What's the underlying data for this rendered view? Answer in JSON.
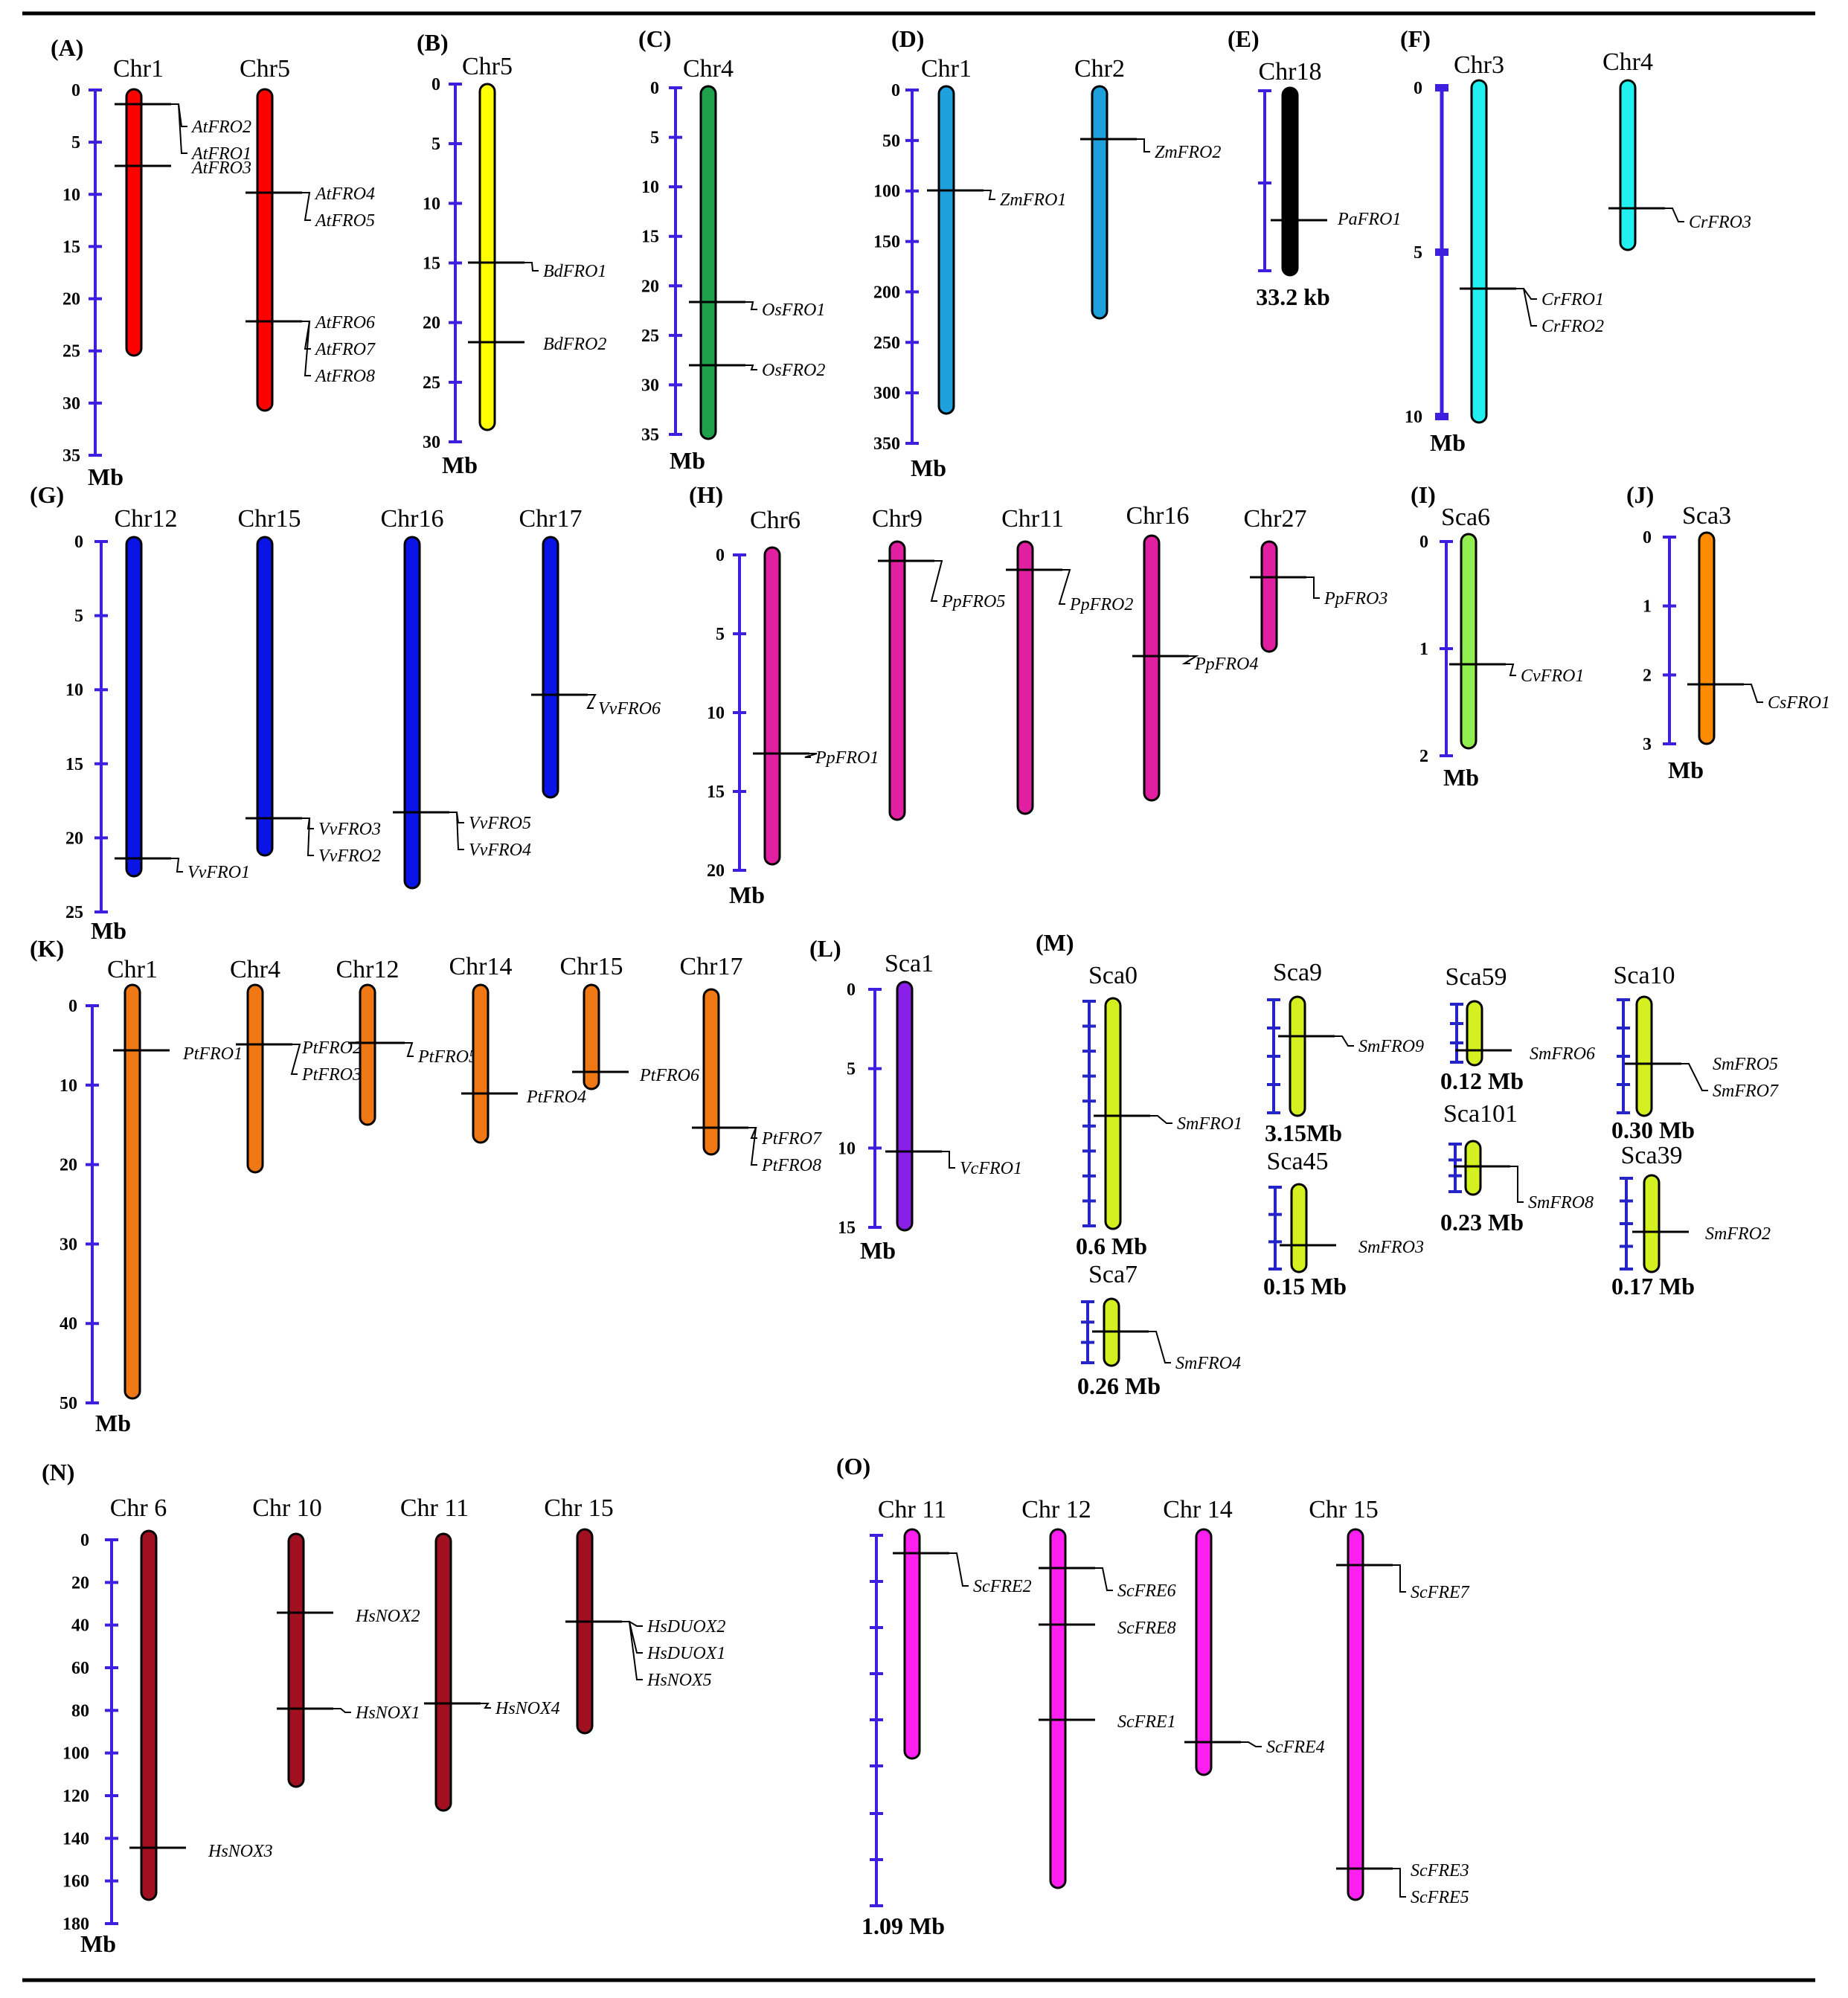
{
  "colors": {
    "axis": "#3d1fe0",
    "axis_blue": "#2424c8",
    "line": "#000000"
  },
  "panels": [
    {
      "label": "(A)",
      "unit": "Mb",
      "axis": {
        "ticks": [
          "0",
          "5",
          "10",
          "15",
          "20",
          "25",
          "30",
          "35"
        ]
      },
      "chromosomes": [
        {
          "name": "Chr1",
          "color": "#ff0000",
          "genes": [
            {
              "name": "AtFRO2"
            },
            {
              "name": "AtFRO1"
            },
            {
              "name": "AtFRO3"
            }
          ]
        },
        {
          "name": "Chr5",
          "color": "#ff0000",
          "genes": [
            {
              "name": "AtFRO4"
            },
            {
              "name": "AtFRO5"
            },
            {
              "name": "AtFRO6"
            },
            {
              "name": "AtFRO7"
            },
            {
              "name": "AtFRO8"
            }
          ]
        }
      ]
    },
    {
      "label": "(B)",
      "unit": "Mb",
      "axis": {
        "ticks": [
          "0",
          "5",
          "10",
          "15",
          "20",
          "25",
          "30"
        ]
      },
      "chromosomes": [
        {
          "name": "Chr5",
          "color": "#ffff00",
          "genes": [
            {
              "name": "BdFRO1"
            },
            {
              "name": "BdFRO2"
            }
          ]
        }
      ]
    },
    {
      "label": "(C)",
      "unit": "Mb",
      "axis": {
        "ticks": [
          "0",
          "5",
          "10",
          "15",
          "20",
          "25",
          "30",
          "35"
        ]
      },
      "chromosomes": [
        {
          "name": "Chr4",
          "color": "#1fa04a",
          "genes": [
            {
              "name": "OsFRO1"
            },
            {
              "name": "OsFRO2"
            }
          ]
        }
      ]
    },
    {
      "label": "(D)",
      "unit": "Mb",
      "axis": {
        "ticks": [
          "0",
          "50",
          "100",
          "150",
          "200",
          "250",
          "300",
          "350"
        ]
      },
      "chromosomes": [
        {
          "name": "Chr1",
          "color": "#1ea0dc",
          "genes": [
            {
              "name": "ZmFRO1"
            }
          ]
        },
        {
          "name": "Chr2",
          "color": "#1ea0dc",
          "genes": [
            {
              "name": "ZmFRO2"
            }
          ]
        }
      ]
    },
    {
      "label": "(E)",
      "unit": "33.2 kb",
      "axis": {
        "ticks": []
      },
      "chromosomes": [
        {
          "name": "Chr18",
          "color": "#000000",
          "genes": [
            {
              "name": "PaFRO1"
            }
          ]
        }
      ]
    },
    {
      "label": "(F)",
      "unit": "Mb",
      "axis": {
        "ticks": [
          "0",
          "5",
          "10"
        ]
      },
      "chromosomes": [
        {
          "name": "Chr3",
          "color": "#22f0f0",
          "genes": [
            {
              "name": "CrFRO1"
            },
            {
              "name": "CrFRO2"
            }
          ]
        },
        {
          "name": "Chr4",
          "color": "#22f0f0",
          "genes": [
            {
              "name": "CrFRO3"
            }
          ]
        }
      ]
    },
    {
      "label": "(G)",
      "unit": "Mb",
      "axis": {
        "ticks": [
          "0",
          "5",
          "10",
          "15",
          "20",
          "25"
        ]
      },
      "chromosomes": [
        {
          "name": "Chr12",
          "color": "#0a14e6",
          "genes": [
            {
              "name": "VvFRO1"
            }
          ]
        },
        {
          "name": "Chr15",
          "color": "#0a14e6",
          "genes": [
            {
              "name": "VvFRO3"
            },
            {
              "name": "VvFRO2"
            }
          ]
        },
        {
          "name": "Chr16",
          "color": "#0a14e6",
          "genes": [
            {
              "name": "VvFRO5"
            },
            {
              "name": "VvFRO4"
            }
          ]
        },
        {
          "name": "Chr17",
          "color": "#0a14e6",
          "genes": [
            {
              "name": "VvFRO6"
            }
          ]
        }
      ]
    },
    {
      "label": "(H)",
      "unit": "Mb",
      "axis": {
        "ticks": [
          "0",
          "5",
          "10",
          "15",
          "20"
        ]
      },
      "chromosomes": [
        {
          "name": "Chr6",
          "color": "#e020a0",
          "genes": [
            {
              "name": "PpFRO1"
            }
          ]
        },
        {
          "name": "Chr9",
          "color": "#e020a0",
          "genes": [
            {
              "name": "PpFRO5"
            }
          ]
        },
        {
          "name": "Chr11",
          "color": "#e020a0",
          "genes": [
            {
              "name": "PpFRO2"
            }
          ]
        },
        {
          "name": "Chr16",
          "color": "#e020a0",
          "genes": [
            {
              "name": "PpFRO4"
            }
          ]
        },
        {
          "name": "Chr27",
          "color": "#e020a0",
          "genes": [
            {
              "name": "PpFRO3"
            }
          ]
        }
      ]
    },
    {
      "label": "(I)",
      "unit": "Mb",
      "axis": {
        "ticks": [
          "0",
          "1",
          "2"
        ]
      },
      "chromosomes": [
        {
          "name": "Sca6",
          "color": "#90ee50",
          "genes": [
            {
              "name": "CvFRO1"
            }
          ]
        }
      ]
    },
    {
      "label": "(J)",
      "unit": "Mb",
      "axis": {
        "ticks": [
          "0",
          "1",
          "2",
          "3"
        ]
      },
      "chromosomes": [
        {
          "name": "Sca3",
          "color": "#ff8c00",
          "genes": [
            {
              "name": "CsFRO1"
            }
          ]
        }
      ]
    },
    {
      "label": "(K)",
      "unit": "Mb",
      "axis": {
        "ticks": [
          "0",
          "10",
          "20",
          "30",
          "40",
          "50"
        ]
      },
      "chromosomes": [
        {
          "name": "Chr1",
          "color": "#f07814",
          "genes": [
            {
              "name": "PtFRO1"
            }
          ]
        },
        {
          "name": "Chr4",
          "color": "#f07814",
          "genes": [
            {
              "name": "PtFRO2"
            },
            {
              "name": "PtFRO3"
            }
          ]
        },
        {
          "name": "Chr12",
          "color": "#f07814",
          "genes": [
            {
              "name": "PtFRO5"
            }
          ]
        },
        {
          "name": "Chr14",
          "color": "#f07814",
          "genes": [
            {
              "name": "PtFRO4"
            }
          ]
        },
        {
          "name": "Chr15",
          "color": "#f07814",
          "genes": [
            {
              "name": "PtFRO6"
            }
          ]
        },
        {
          "name": "Chr17",
          "color": "#f07814",
          "genes": [
            {
              "name": "PtFRO7"
            },
            {
              "name": "PtFRO8"
            }
          ]
        }
      ]
    },
    {
      "label": "(L)",
      "unit": "Mb",
      "axis": {
        "ticks": [
          "0",
          "5",
          "10",
          "15"
        ]
      },
      "chromosomes": [
        {
          "name": "Sca1",
          "color": "#8a20e8",
          "genes": [
            {
              "name": "VcFRO1"
            }
          ]
        }
      ]
    },
    {
      "label": "(M)",
      "chromosomes": [
        {
          "name": "Sca0",
          "color": "#d4f020",
          "size": "0.6 Mb",
          "genes": [
            {
              "name": "SmFRO1"
            }
          ]
        },
        {
          "name": "Sca7",
          "color": "#d4f020",
          "size": "0.26 Mb",
          "genes": [
            {
              "name": "SmFRO4"
            }
          ]
        },
        {
          "name": "Sca9",
          "color": "#d4f020",
          "size": "3.15Mb",
          "genes": [
            {
              "name": "SmFRO9"
            }
          ]
        },
        {
          "name": "Sca45",
          "color": "#d4f020",
          "size": "0.15 Mb",
          "genes": [
            {
              "name": "SmFRO3"
            }
          ]
        },
        {
          "name": "Sca59",
          "color": "#d4f020",
          "size": "0.12 Mb",
          "genes": [
            {
              "name": "SmFRO6"
            }
          ]
        },
        {
          "name": "Sca101",
          "color": "#d4f020",
          "size": "0.23 Mb",
          "genes": [
            {
              "name": "SmFRO8"
            }
          ]
        },
        {
          "name": "Sca10",
          "color": "#d4f020",
          "size": "0.30 Mb",
          "genes": [
            {
              "name": "SmFRO5"
            },
            {
              "name": "SmFRO7"
            }
          ]
        },
        {
          "name": "Sca39",
          "color": "#d4f020",
          "size": "0.17 Mb",
          "genes": [
            {
              "name": "SmFRO2"
            }
          ]
        }
      ]
    },
    {
      "label": "(N)",
      "unit": "Mb",
      "axis": {
        "ticks": [
          "0",
          "20",
          "40",
          "60",
          "80",
          "100",
          "120",
          "140",
          "160",
          "180"
        ]
      },
      "chromosomes": [
        {
          "name": "Chr 6",
          "color": "#a01020",
          "genes": [
            {
              "name": "HsNOX3"
            }
          ]
        },
        {
          "name": "Chr 10",
          "color": "#a01020",
          "genes": [
            {
              "name": "HsNOX2"
            },
            {
              "name": "HsNOX1"
            }
          ]
        },
        {
          "name": "Chr 11",
          "color": "#a01020",
          "genes": [
            {
              "name": "HsNOX4"
            }
          ]
        },
        {
          "name": "Chr 15",
          "color": "#a01020",
          "genes": [
            {
              "name": "HsDUOX2"
            },
            {
              "name": "HsDUOX1"
            },
            {
              "name": "HsNOX5"
            }
          ]
        }
      ]
    },
    {
      "label": "(O)",
      "unit": "1.09 Mb",
      "axis": {
        "ticks": []
      },
      "chromosomes": [
        {
          "name": "Chr 11",
          "color": "#ff20f0",
          "genes": [
            {
              "name": "ScFRE2"
            }
          ]
        },
        {
          "name": "Chr 12",
          "color": "#ff20f0",
          "genes": [
            {
              "name": "ScFRE6"
            },
            {
              "name": "ScFRE8"
            },
            {
              "name": "ScFRE1"
            }
          ]
        },
        {
          "name": "Chr 14",
          "color": "#ff20f0",
          "genes": [
            {
              "name": "ScFRE4"
            }
          ]
        },
        {
          "name": "Chr 15",
          "color": "#ff20f0",
          "genes": [
            {
              "name": "ScFRE7"
            },
            {
              "name": "ScFRE3"
            },
            {
              "name": "ScFRE5"
            }
          ]
        }
      ]
    }
  ]
}
